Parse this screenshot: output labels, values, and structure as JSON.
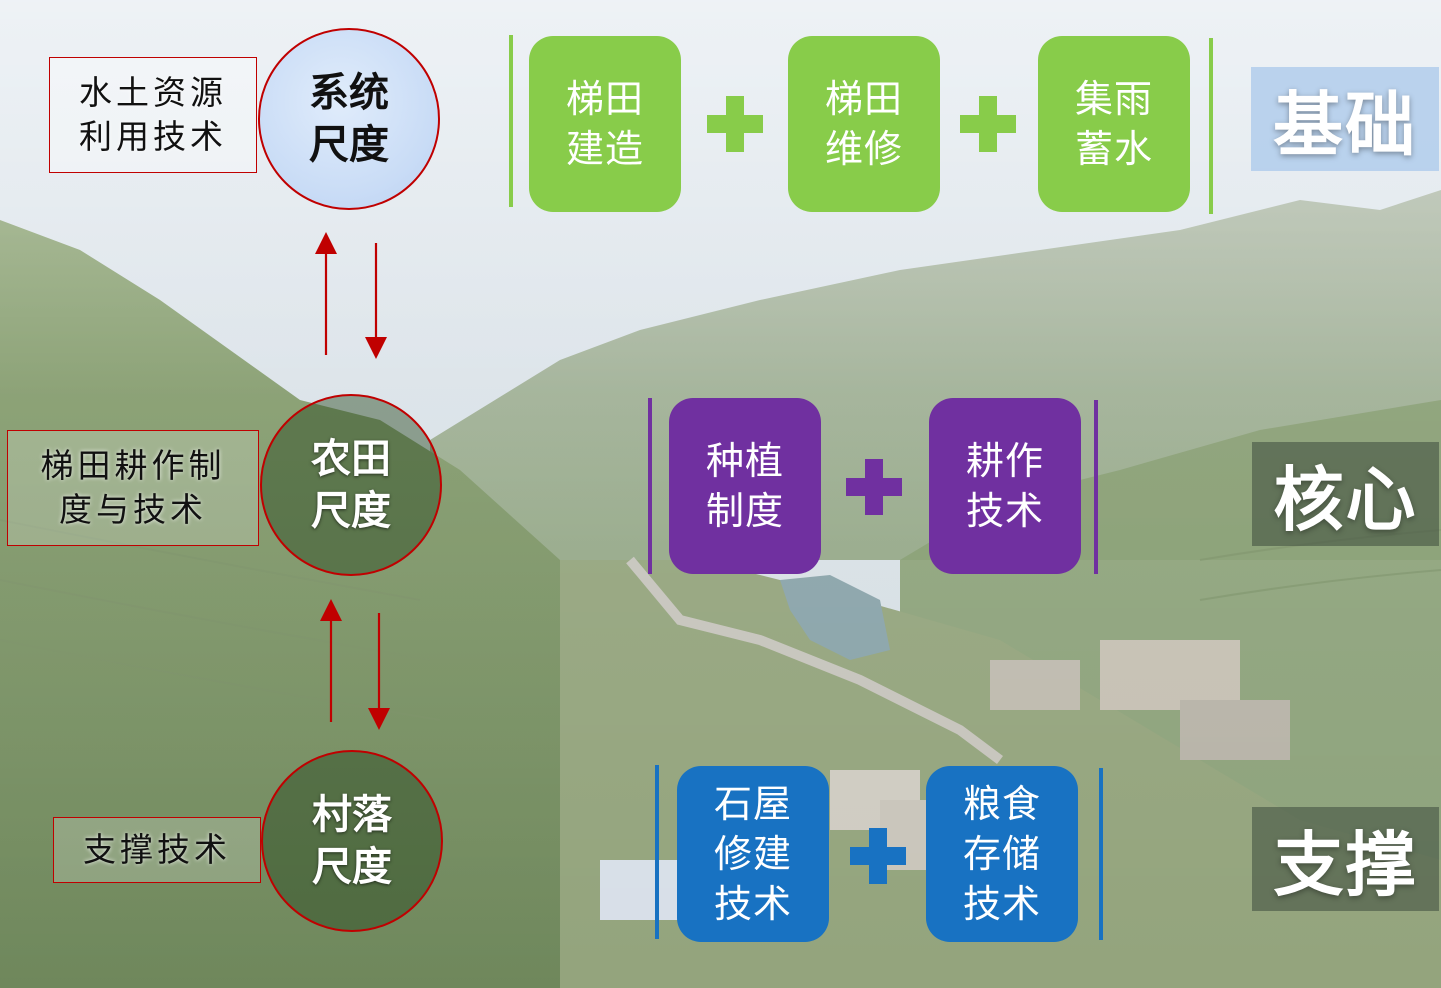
{
  "colors": {
    "accent_red": "#c00000",
    "green": "#88cc4a",
    "purple": "#7030a0",
    "blue": "#1872c2"
  },
  "scales": [
    {
      "label_lines": [
        "水土资源",
        "利用技术"
      ],
      "circle_lines": [
        "系统",
        "尺度"
      ]
    },
    {
      "label_lines": [
        "梯田耕作制",
        "度与技术"
      ],
      "circle_lines": [
        "农田",
        "尺度"
      ]
    },
    {
      "label_lines": [
        "支撑技术"
      ],
      "circle_lines": [
        "村落",
        "尺度"
      ]
    }
  ],
  "rows": [
    {
      "category": "基础",
      "tiles": [
        {
          "lines": [
            "梯田",
            "建造"
          ]
        },
        {
          "lines": [
            "梯田",
            "维修"
          ]
        },
        {
          "lines": [
            "集雨",
            "蓄水"
          ]
        }
      ]
    },
    {
      "category": "核心",
      "tiles": [
        {
          "lines": [
            "种植",
            "制度"
          ]
        },
        {
          "lines": [
            "耕作",
            "技术"
          ]
        }
      ]
    },
    {
      "category": "支撑",
      "tiles": [
        {
          "lines": [
            "石屋",
            "修建",
            "技术"
          ]
        },
        {
          "lines": [
            "粮食",
            "存储",
            "技术"
          ]
        }
      ]
    }
  ]
}
